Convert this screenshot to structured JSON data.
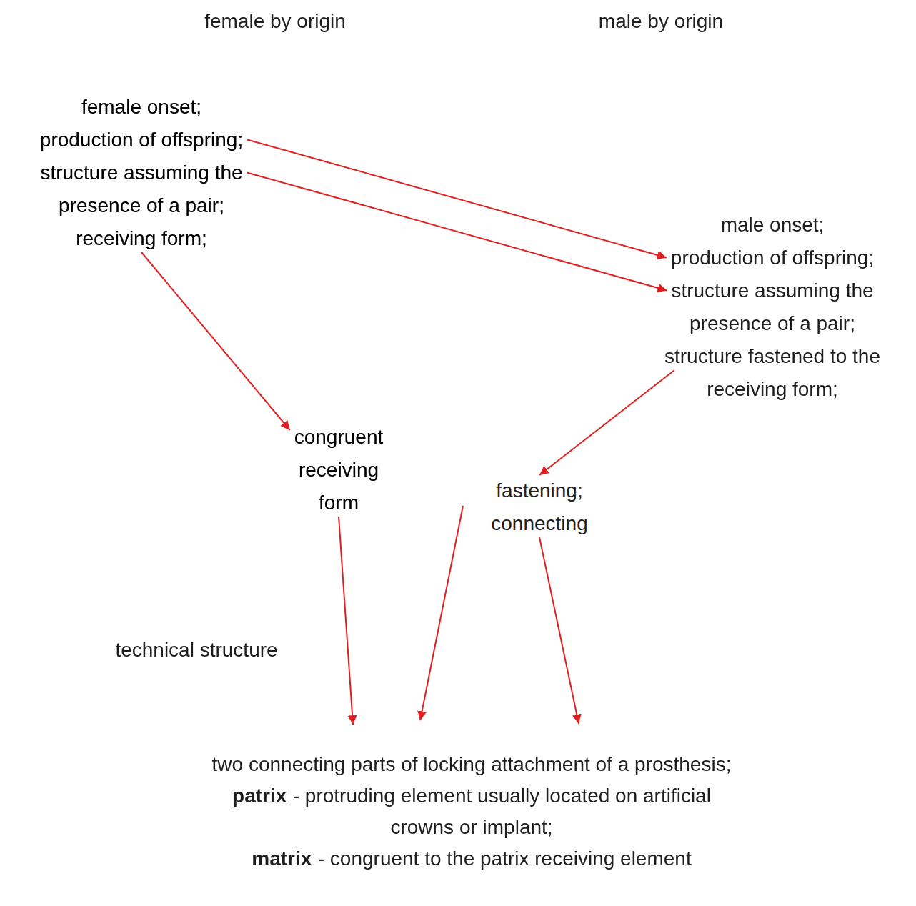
{
  "diagram": {
    "nodes": [
      {
        "text": [
          "female onset;",
          "production of offspring;",
          "structure assuming the presence of a pair;",
          "receiving form;"
        ]
      },
      {
        "text": [
          "male onset;",
          "production of offspring;",
          "structure assuming the presence of a pair;",
          "structure fastened to the receiving form;"
        ]
      },
      {
        "text": [
          "congruent receiving form",
          "fastening; connecting"
        ]
      },
      {
        "text": [
          "two connecting parts of locking attachment of a prosthesis;",
          "patrix",
          "- protruding element usually located on artificial crowns or implant;",
          "matrix",
          "- congruent to the patrix receiving element"
        ]
      }
    ],
    "edges": [
      {
        "from": 0,
        "to": 1,
        "arrow": "to"
      },
      {
        "from": 0,
        "to": 1,
        "arrow": "to"
      },
      {
        "from": 0,
        "to": 2,
        "arrow": "to"
      },
      {
        "from": 1,
        "to": 2,
        "arrow": "to"
      },
      {
        "from": 2,
        "to": 3,
        "arrow": "to"
      },
      {
        "from": 2,
        "to": 3,
        "arrow": "to"
      },
      {
        "from": 2,
        "to": 3,
        "arrow": "to"
      }
    ],
    "labels": [
      "female by origin",
      "male by origin",
      "technical structure"
    ]
  }
}
